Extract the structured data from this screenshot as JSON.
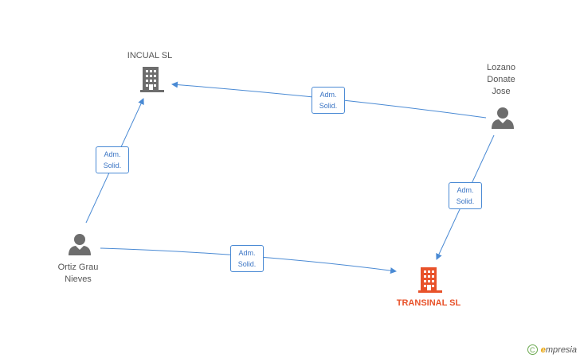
{
  "nodes": {
    "incual": {
      "label": "INCUAL SL",
      "type": "company"
    },
    "transinal": {
      "label": "TRANSINAL SL",
      "type": "company-highlight"
    },
    "lozano": {
      "label": "Lozano\nDonate\nJose",
      "type": "person"
    },
    "ortiz": {
      "label": "Ortiz Grau\nNieves",
      "type": "person"
    }
  },
  "edges": [
    {
      "from": "lozano",
      "to": "incual",
      "label_line1": "Adm.",
      "label_line2": "Solid."
    },
    {
      "from": "ortiz",
      "to": "incual",
      "label_line1": "Adm.",
      "label_line2": "Solid."
    },
    {
      "from": "lozano",
      "to": "transinal",
      "label_line1": "Adm.",
      "label_line2": "Solid."
    },
    {
      "from": "ortiz",
      "to": "transinal",
      "label_line1": "Adm.",
      "label_line2": "Solid."
    }
  ],
  "footer": {
    "copyright_symbol": "C",
    "brand_initial": "e",
    "brand_rest": "mpresia"
  },
  "colors": {
    "edge": "#4a8ad4",
    "company": "#6d6d6d",
    "highlight": "#e8522a",
    "person": "#6d6d6d"
  },
  "icons": {
    "company": "building-icon",
    "person": "person-icon"
  }
}
